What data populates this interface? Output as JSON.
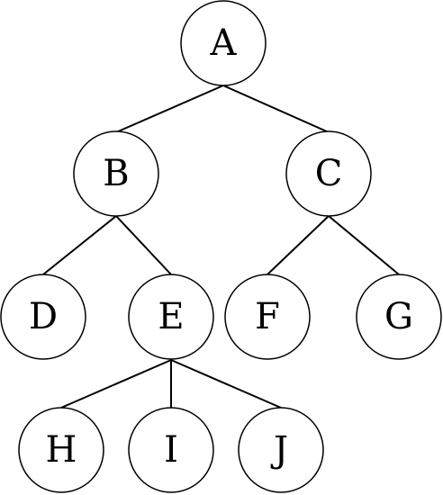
{
  "tree": {
    "nodes": [
      {
        "id": "A",
        "label": "A"
      },
      {
        "id": "B",
        "label": "B"
      },
      {
        "id": "C",
        "label": "C"
      },
      {
        "id": "D",
        "label": "D"
      },
      {
        "id": "E",
        "label": "E"
      },
      {
        "id": "F",
        "label": "F"
      },
      {
        "id": "G",
        "label": "G"
      },
      {
        "id": "H",
        "label": "H"
      },
      {
        "id": "I",
        "label": "I"
      },
      {
        "id": "J",
        "label": "J"
      }
    ],
    "edges": [
      {
        "from": "A",
        "to": "B"
      },
      {
        "from": "A",
        "to": "C"
      },
      {
        "from": "B",
        "to": "D"
      },
      {
        "from": "B",
        "to": "E"
      },
      {
        "from": "C",
        "to": "F"
      },
      {
        "from": "C",
        "to": "G"
      },
      {
        "from": "E",
        "to": "H"
      },
      {
        "from": "E",
        "to": "I"
      },
      {
        "from": "E",
        "to": "J"
      }
    ]
  }
}
